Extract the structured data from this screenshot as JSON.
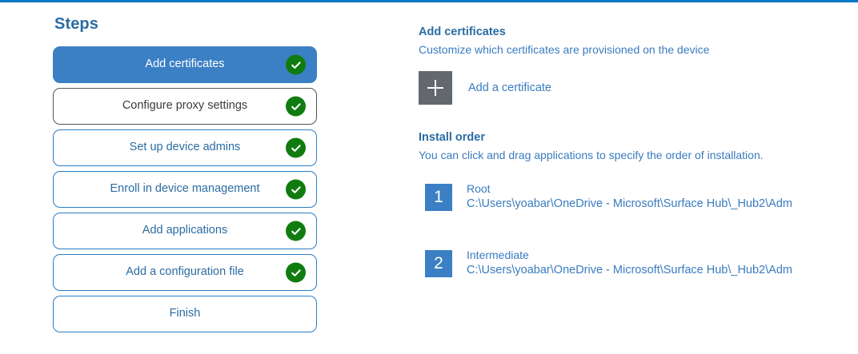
{
  "accent": {
    "top_rule": "#0078c8",
    "primary_blue": "#3b7fc4",
    "link_blue": "#3a7bbf",
    "heading_blue": "#2b6ca3",
    "success_green": "#107c10",
    "add_button_gray": "#62686d"
  },
  "steps": {
    "heading": "Steps",
    "items": [
      {
        "label": "Add certificates",
        "state": "selected",
        "completed": true,
        "check_icon": "check-circle-icon"
      },
      {
        "label": "Configure proxy settings",
        "state": "hovered",
        "completed": true,
        "check_icon": "check-circle-icon"
      },
      {
        "label": "Set up device admins",
        "state": "default",
        "completed": true,
        "check_icon": "check-circle-icon"
      },
      {
        "label": "Enroll in device management",
        "state": "default",
        "completed": true,
        "check_icon": "check-circle-icon"
      },
      {
        "label": "Add applications",
        "state": "default",
        "completed": true,
        "check_icon": "check-circle-icon"
      },
      {
        "label": "Add a configuration file",
        "state": "default",
        "completed": true,
        "check_icon": "check-circle-icon"
      },
      {
        "label": "Finish",
        "state": "default",
        "completed": false,
        "check_icon": null
      }
    ]
  },
  "detail": {
    "title": "Add certificates",
    "subtitle": "Customize which certificates are provisioned on the device",
    "add_certificate": {
      "icon": "plus-icon",
      "label": "Add a certificate"
    },
    "install_order": {
      "title": "Install order",
      "subtitle": "You can click and drag applications to specify the order of installation.",
      "items": [
        {
          "number": "1",
          "name": "Root",
          "path": "C:\\Users\\yoabar\\OneDrive - Microsoft\\Surface Hub\\_Hub2\\Adm"
        },
        {
          "number": "2",
          "name": "Intermediate",
          "path": "C:\\Users\\yoabar\\OneDrive - Microsoft\\Surface Hub\\_Hub2\\Adm"
        }
      ]
    }
  }
}
